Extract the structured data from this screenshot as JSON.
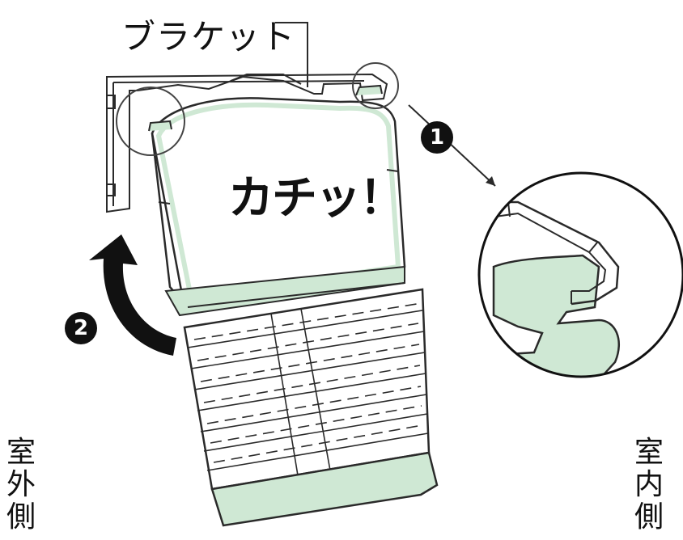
{
  "labels": {
    "bracket": "ブラケット",
    "click": "カチッ！",
    "outdoor_side": [
      "室",
      "外",
      "側"
    ],
    "indoor_side": [
      "室",
      "内",
      "側"
    ],
    "step1": "1",
    "step2": "2"
  },
  "colors": {
    "ink": "#111111",
    "green_fill": "#cfe8d4",
    "outline": "#2a2a2a",
    "badge": "#111111"
  }
}
